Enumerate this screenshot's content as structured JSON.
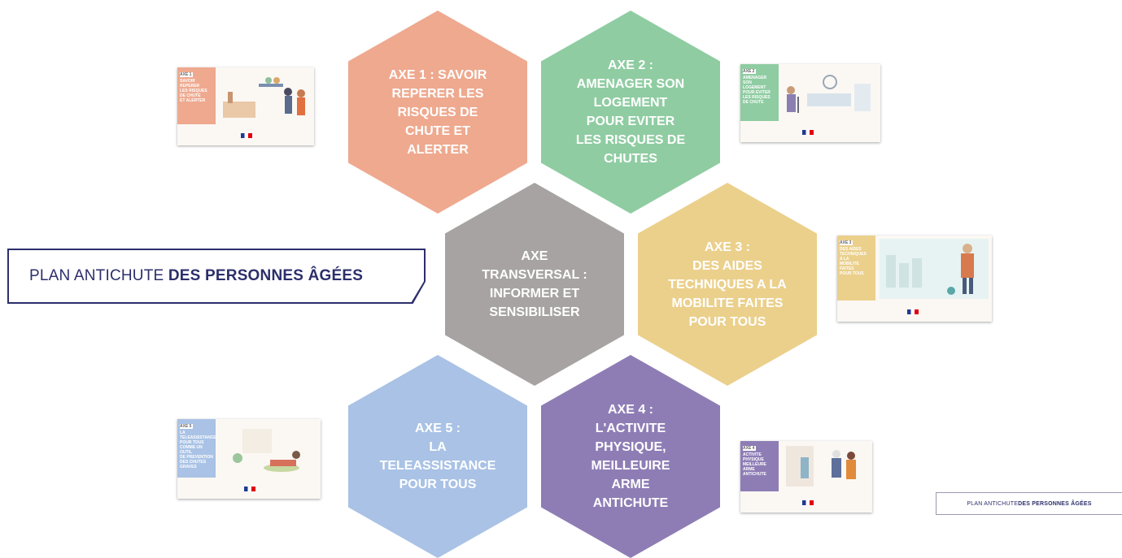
{
  "title_banner": {
    "normal": "PLAN ANTICHUTE ",
    "bold": "DES PERSONNES ÂGÉES"
  },
  "footer_badge": {
    "normal": "PLAN ANTICHUTE ",
    "bold": "DES PERSONNES ÂGÉES"
  },
  "hexagons": [
    {
      "id": "axe1",
      "text": "AXE 1 : SAVOIR\nREPERER LES\nRISQUES DE\nCHUTE ET\nALERTER",
      "color": "#eea98f"
    },
    {
      "id": "axe2",
      "text": "AXE 2 :\nAMENAGER SON\nLOGEMENT\nPOUR EVITER\nLES RISQUES DE\nCHUTES",
      "color": "#8fcca2"
    },
    {
      "id": "transversal",
      "text": "AXE\nTRANSVERSAL :\nINFORMER ET\nSENSIBILISER",
      "color": "#a7a3a2"
    },
    {
      "id": "axe3",
      "text": "AXE 3 :\nDES AIDES\nTECHNIQUES A LA\nMOBILITE FAITES\nPOUR TOUS",
      "color": "#ebd08c"
    },
    {
      "id": "axe5",
      "text": "AXE 5 :\nLA\nTELEASSISTANCE\nPOUR TOUS",
      "color": "#a9c2e5"
    },
    {
      "id": "axe4",
      "text": "AXE 4 :\nL'ACTIVITE\nPHYSIQUE,\nMEILLEUIRE\nARME\nANTICHUTE",
      "color": "#8e7db5"
    }
  ],
  "thumbnails": [
    {
      "id": "thumb1",
      "tag": "AXE 1",
      "text": "SAVOIR\nREPERER\nLES RISQUES\nDE CHUTE\nET ALERTER",
      "color": "#eea98f"
    },
    {
      "id": "thumb2",
      "tag": "AXE 2",
      "text": "AMENAGER\nSON\nLOGEMENT\nPOUR EVITER\nLES RISQUES\nDE CHUTE",
      "color": "#8fcca2"
    },
    {
      "id": "thumb3",
      "tag": "AXE 3",
      "text": "DES AIDES\nTECHNIQUES\nA LA\nMOBILITE\nFAITES\nPOUR TOUS",
      "color": "#ebd08c"
    },
    {
      "id": "thumb5",
      "tag": "AXE 5",
      "text": "LA\nTELEASSISTANCE\nPOUR TOUS\nCOMME UN OUTIL\nDE PREVENTION\nDES CHUTES\nGRAVES",
      "color": "#a9c2e5"
    },
    {
      "id": "thumb4",
      "tag": "AXE 4",
      "text": "ACTIVITE\nPHYSIQUE\nMEILLEURE\nARME\nANTICHUTE",
      "color": "#8e7db5"
    }
  ]
}
